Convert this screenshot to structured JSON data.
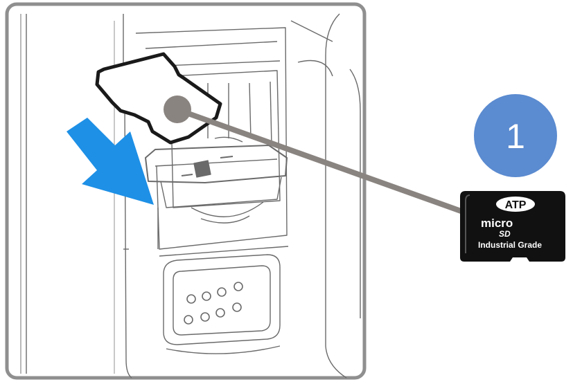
{
  "step": {
    "number": "1",
    "badge_color": "#5b8bd0"
  },
  "card": {
    "brand": "ATP",
    "micro": "micro",
    "sd": "SD",
    "grade": "Industrial Grade",
    "body_color": "#111111"
  },
  "colors": {
    "arrow": "#1e90e6",
    "leader_line": "#8a8480",
    "outline": "#8f8f8f",
    "drawing": "#666666"
  }
}
